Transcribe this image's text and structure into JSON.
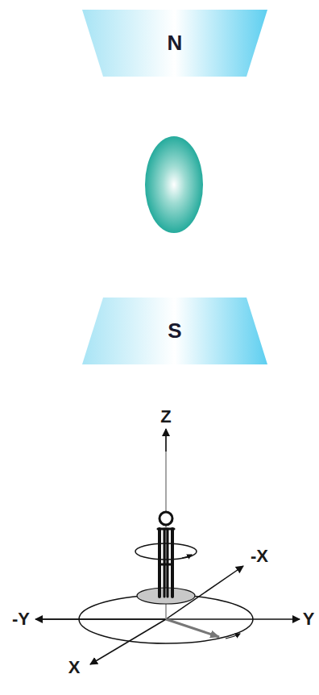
{
  "diagram": {
    "nodes": [
      {
        "text": [
          "N"
        ]
      },
      {
        "text": [
          "S"
        ]
      }
    ],
    "labels": [
      "Z",
      "-X",
      "-Y",
      "Y",
      "X"
    ]
  }
}
